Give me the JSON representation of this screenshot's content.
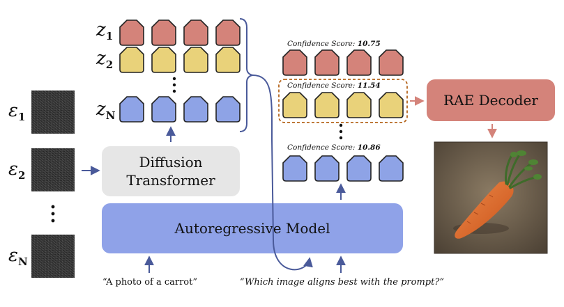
{
  "noise_labels": [
    {
      "base": "ε",
      "sub": "1"
    },
    {
      "base": "ε",
      "sub": "2"
    },
    {
      "base": "ε",
      "sub": "N"
    }
  ],
  "latent_labels": [
    {
      "base": "z",
      "sub": "1"
    },
    {
      "base": "z",
      "sub": "2"
    },
    {
      "base": "z",
      "sub": "N"
    }
  ],
  "diffusion_transformer": {
    "line1": "Diffusion",
    "line2": "Transformer"
  },
  "autoregressive_model": {
    "label": "Autoregressive Model"
  },
  "rae_decoder": {
    "label": "RAE Decoder"
  },
  "confidence": [
    {
      "prefix": "Confidence Score: ",
      "value": "10.75"
    },
    {
      "prefix": "Confidence Score: ",
      "value": "11.54"
    },
    {
      "prefix": "Confidence Score: ",
      "value": "10.86"
    }
  ],
  "prompts": {
    "text_prompt": "“A photo of a carrot”",
    "question_prompt": "“Which image aligns best with the prompt?”"
  },
  "colors": {
    "token_red": "#d4837a",
    "token_yellow": "#e9d27a",
    "token_blue": "#8ea3e6",
    "ar_box": "#8fa2e8",
    "dit_box": "#e6e6e6",
    "rae_box": "#d4837a",
    "arrow_blue": "#4a5a9a",
    "arrow_red": "#d4837a",
    "highlight_border": "#b5651d"
  }
}
